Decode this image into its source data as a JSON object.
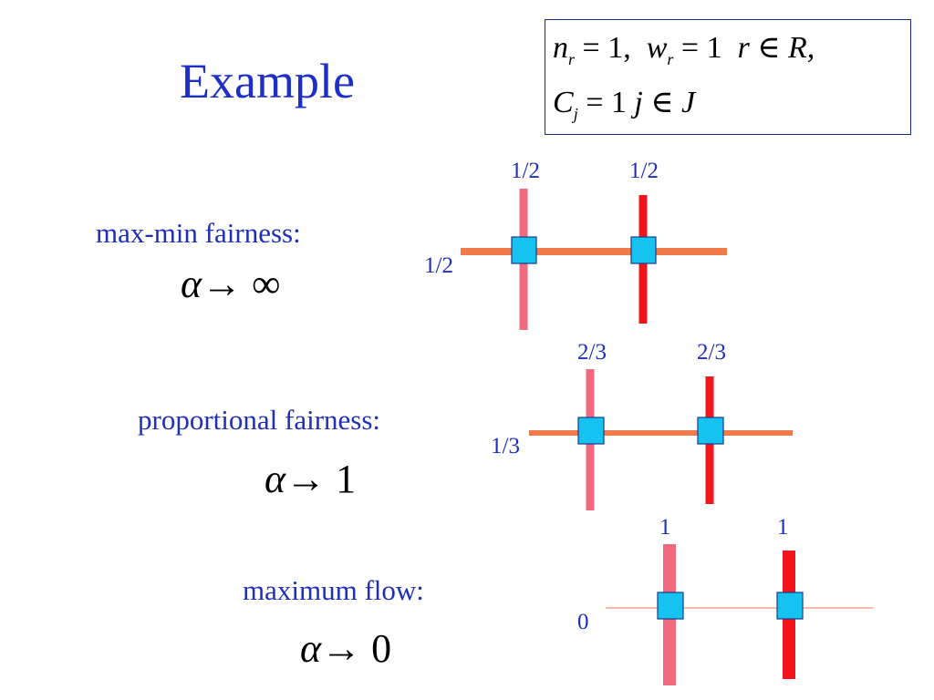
{
  "title": "Example",
  "params": {
    "line1": {
      "n": "n",
      "n_sub": "r",
      "n_val": " = 1,  ",
      "w": "w",
      "w_sub": "r",
      "w_val": " = 1  ",
      "r_in_R": "r ∈ R,",
      "n_val_num": "1",
      "w_val_num": "1"
    },
    "line2": {
      "C": "C",
      "C_sub": "j",
      "C_val": " = 1  ",
      "j_in_J": "j ∈ J"
    }
  },
  "scenarios": [
    {
      "label": "max-min fairness:",
      "alpha": "α",
      "arrow_target": "→ ∞",
      "long_route_rate": "1/2",
      "short_route_rates": [
        "1/2",
        "1/2"
      ]
    },
    {
      "label": "proportional fairness:",
      "alpha": "α",
      "arrow_target": "→ 1",
      "long_route_rate": "1/3",
      "short_route_rates": [
        "2/3",
        "2/3"
      ]
    },
    {
      "label": "maximum flow:",
      "alpha": "α",
      "arrow_target": "→ 0",
      "long_route_rate": "0",
      "short_route_rates": [
        "1",
        "1"
      ]
    }
  ],
  "colors": {
    "title": "#1e2fc8",
    "label": "#1e2fb8",
    "long_route": "#f07a4a",
    "short_route_1": "#f36a7e",
    "short_route_2": "#f2161c",
    "link_node": "#16c3f0",
    "link_node_border": "#1a3a8a"
  }
}
